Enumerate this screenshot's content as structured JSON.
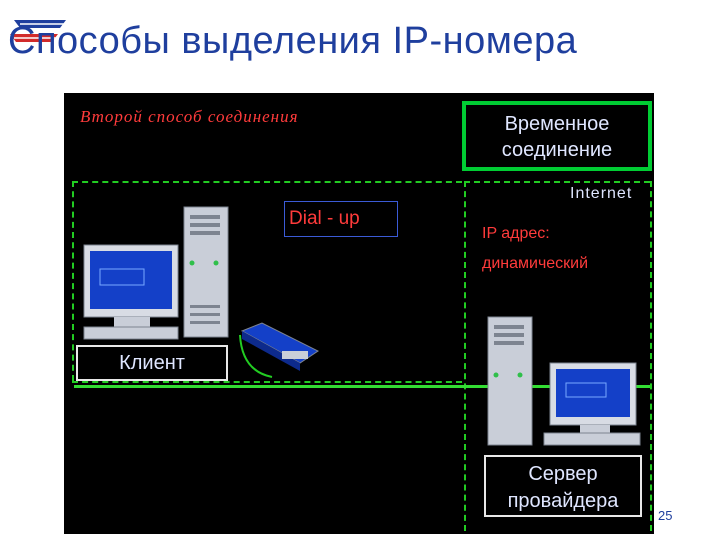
{
  "slide": {
    "title": "Способы выделения IP-номера",
    "page_number": "25"
  },
  "diagram": {
    "caption": "Второй способ соединения",
    "temp_connection": [
      "Временное",
      "соединение"
    ],
    "internet_label": "Internet",
    "dialup_label": "Dial - up",
    "ip_address_label": [
      "IP адрес:",
      "динамический"
    ],
    "client_label": "Клиент",
    "server_label": [
      "Сервер",
      "провайдера"
    ]
  },
  "colors": {
    "title": "#1f3f9e",
    "panel_bg": "#000000",
    "green_border": "#00cc33",
    "red_text": "#ff3b3b",
    "text_light": "#dfe6ff"
  }
}
